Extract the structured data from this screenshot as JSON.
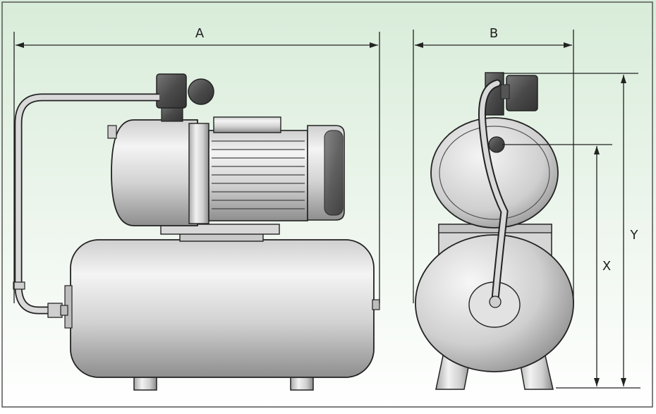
{
  "dimensions": {
    "a_label": "A",
    "b_label": "B",
    "x_label": "X",
    "y_label": "Y"
  },
  "colors": {
    "background_top": "#dbeedd",
    "background_bottom": "#ffffff",
    "line": "#222222",
    "metal_dark": "#8a8a8a",
    "metal_light": "#f3f3f3",
    "control_dark": "#4a4a4a"
  }
}
